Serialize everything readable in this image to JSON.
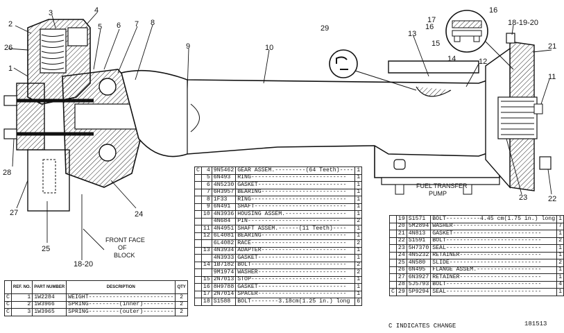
{
  "callouts": {
    "c1": "1",
    "c2": "2",
    "c3": "3",
    "c4": "4",
    "c5": "5",
    "c6": "6",
    "c7": "7",
    "c8": "8",
    "c9": "9",
    "c10": "10",
    "c11": "11",
    "c12": "12",
    "c13": "13",
    "c14": "14",
    "c15": "15",
    "c16a": "16",
    "c16b": "16",
    "c17": "17",
    "c18_20a": "18-19-20",
    "c18_20b": "18-20",
    "c21": "21",
    "c22": "22",
    "c23": "23",
    "c24": "24",
    "c25": "25",
    "c26": "26",
    "c27": "27",
    "c28": "28",
    "c29": "29"
  },
  "labels": {
    "fuel_pump_l1": "FUEL TRANSFER",
    "fuel_pump_l2": "PUMP",
    "front_face_l1": "FRONT FACE",
    "front_face_l2": "OF",
    "front_face_l3": "BLOCK"
  },
  "left_table": {
    "headers": {
      "ref": "REF. NO.",
      "part": "PART NUMBER",
      "desc": "DESCRIPTION",
      "qty": "QTY"
    },
    "rows": [
      {
        "c": "C",
        "ref": "1",
        "pn": "1W2284",
        "desc": "WEIGHT-------------------------",
        "qty": "2"
      },
      {
        "c": "C",
        "ref": "2",
        "pn": "1W3966",
        "desc": "SPRING---------(inner)---------",
        "qty": "2"
      },
      {
        "c": "C",
        "ref": "3",
        "pn": "1W3965",
        "desc": "SPRING---------(outer)---------",
        "qty": "2"
      }
    ]
  },
  "mid_table": {
    "header_c": "C",
    "rows": [
      {
        "c": "C",
        "ref": "4",
        "pn": "9N5462",
        "desc": "GEAR ASSEM.---------(64 Teeth)----",
        "qty": "1"
      },
      {
        "c": "",
        "ref": "5",
        "pn": "6N493",
        "desc": "RING----------------------------",
        "qty": "1"
      },
      {
        "c": "",
        "ref": "6",
        "pn": "4N5230",
        "desc": "GASKET--------------------------",
        "qty": "1"
      },
      {
        "c": "",
        "ref": "7",
        "pn": "6H3957",
        "desc": "BEARING-------------------------",
        "qty": "1"
      },
      {
        "c": "",
        "ref": "8",
        "pn": "1F33",
        "desc": "RING----------------------------",
        "qty": "1"
      },
      {
        "c": "",
        "ref": "9",
        "pn": "6N491",
        "desc": "SHAFT---------------------------",
        "qty": "1"
      },
      {
        "c": "",
        "ref": "10",
        "pn": "4N3936",
        "desc": "HOUSING ASSEM.------------------",
        "qty": "1"
      },
      {
        "c": "",
        "ref": "",
        "pn": "4N684",
        "desc": "  PIN---------------------------",
        "qty": "2"
      },
      {
        "c": "",
        "ref": "11",
        "pn": "4N4951",
        "desc": "SHAFT ASSEM.------(11 Teeth)----",
        "qty": "1"
      },
      {
        "c": "",
        "ref": "12",
        "pn": "6L4081",
        "desc": "BEARING-------------------------",
        "qty": "1"
      },
      {
        "c": "",
        "ref": "",
        "pn": "6L4082",
        "desc": "RACE----------------------------",
        "qty": "2"
      },
      {
        "c": "",
        "ref": "13",
        "pn": "4N3934",
        "desc": "ADAPTER-------------------------",
        "qty": "1"
      },
      {
        "c": "",
        "ref": "",
        "pn": "4N3933",
        "desc": "GASKET--------------------------",
        "qty": "1"
      },
      {
        "c": "",
        "ref": "14",
        "pn": "1B7182",
        "desc": "BOLT----------------------------",
        "qty": "2"
      },
      {
        "c": "",
        "ref": "",
        "pn": "9M1974",
        "desc": "WASHER--------------------------",
        "qty": "2"
      },
      {
        "c": "",
        "ref": "15",
        "pn": "2N7013",
        "desc": "STOP----------------------------",
        "qty": "1"
      },
      {
        "c": "",
        "ref": "16",
        "pn": "8H9788",
        "desc": "GASKET--------------------------",
        "qty": "1"
      },
      {
        "c": "",
        "ref": "17",
        "pn": "2N7014",
        "desc": "SPACER--------------------------",
        "qty": "1"
      },
      {
        "c": "",
        "ref": "18",
        "pn": "S1588",
        "desc": "BOLT--------3.18cm(1.25 in.) long",
        "qty": "6"
      }
    ]
  },
  "right_table": {
    "rows": [
      {
        "c": "",
        "ref": "19",
        "pn": "S1571",
        "desc": "BOLT----------4.45 cm(1.75 in.) long",
        "qty": "1"
      },
      {
        "c": "",
        "ref": "20",
        "pn": "5M2894",
        "desc": "WASHER--------------------------",
        "qty": "7"
      },
      {
        "c": "",
        "ref": "21",
        "pn": "4N813",
        "desc": "GASKET--------------------------",
        "qty": "1"
      },
      {
        "c": "",
        "ref": "22",
        "pn": "S1591",
        "desc": "BOLT----------------------------",
        "qty": "2"
      },
      {
        "c": "",
        "ref": "23",
        "pn": "5H7370",
        "desc": "SEAL----------------------------",
        "qty": "1"
      },
      {
        "c": "",
        "ref": "24",
        "pn": "4N5232",
        "desc": "RETAINER------------------------",
        "qty": "1"
      },
      {
        "c": "",
        "ref": "25",
        "pn": "4N580",
        "desc": "SLIDE---------------------------",
        "qty": "2"
      },
      {
        "c": "",
        "ref": "26",
        "pn": "6N495",
        "desc": "FLANGE ASSEM.-------------------",
        "qty": "1"
      },
      {
        "c": "",
        "ref": "27",
        "pn": "6N3927",
        "desc": "RETAINER------------------------",
        "qty": "1"
      },
      {
        "c": "",
        "ref": "28",
        "pn": "5J5793",
        "desc": "BOLT----------------------------",
        "qty": "4"
      },
      {
        "c": "C",
        "ref": "29",
        "pn": "5P9294",
        "desc": "SEAL----------------------------",
        "qty": "1"
      }
    ]
  },
  "footer": {
    "change_note": "C INDICATES CHANGE",
    "drawing_number": "181513"
  }
}
